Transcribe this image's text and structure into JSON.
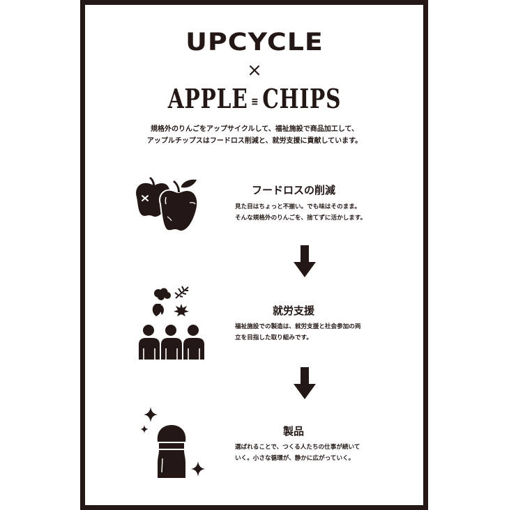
{
  "header": {
    "title_top": "UPCYCLE",
    "cross_symbol": "×",
    "logo_left": "APPLE",
    "logo_separator": "≡",
    "logo_right": "CHIPS",
    "intro_lines": [
      "規格外のりんごをアップサイクルして、福祉施設で商品加工して、",
      "アップルチップスはフードロス削減と、就労支援に貢献しています。"
    ]
  },
  "sections": [
    {
      "icon": "apples-icon",
      "heading": "フードロスの削減",
      "lines": [
        "見た目はちょっと不揃い。でも味はそのまま。",
        "そんな規格外のりんごを、捨てずに活かします。"
      ]
    },
    {
      "icon": "people-herbs-icon",
      "heading": "就労支援",
      "lines": [
        "福祉施設での製造は、就労支援と社会参加の両",
        "立を目指した取り組みです。"
      ]
    },
    {
      "icon": "product-bottle-sparkle-icon",
      "heading": "製品",
      "lines": [
        "選ばれることで、つくる人たちの仕事が続いて",
        "いく。小さな循環が、静かに広がっていく。"
      ]
    }
  ],
  "arrows": [
    "arrow-down-icon",
    "arrow-down-icon"
  ],
  "colors": {
    "ink": "#231815",
    "background": "#ffffff"
  }
}
